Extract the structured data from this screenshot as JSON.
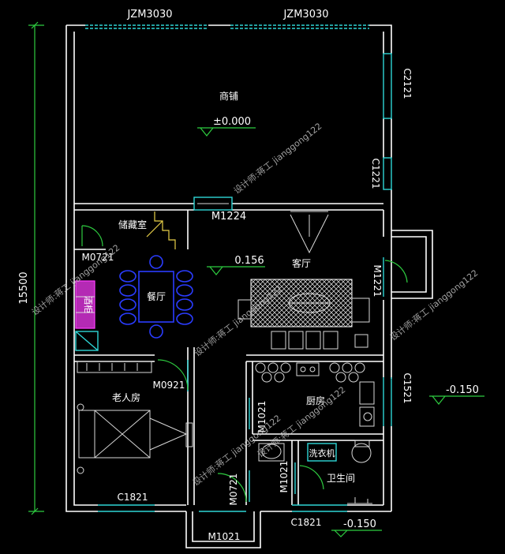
{
  "dimensions": {
    "overall_depth": "15500",
    "top_window_left": "JZM3030",
    "top_window_right": "JZM3030"
  },
  "rooms": {
    "shop": "商铺",
    "storage": "储藏室",
    "living": "客厅",
    "dining": "餐厅",
    "elder_bedroom": "老人房",
    "kitchen": "厨房",
    "bathroom": "卫生间",
    "washer": "洗衣机",
    "cabinet": "酒柜"
  },
  "levels": {
    "shop": "±0.000",
    "living": "0.156",
    "outside_right": "-0.150",
    "outside_bottom": "-0.150"
  },
  "openings": {
    "shop_right_window_top": "C2121",
    "shop_right_window_bottom": "C1221",
    "shop_door": "M1224",
    "dining_door": "M0721",
    "side_door": "M1221",
    "elder_door": "M0921",
    "elder_window": "C1821",
    "kitchen_door": "M1021",
    "kitchen_window": "C1521",
    "hall_door": "M0721",
    "bath_door": "M1021",
    "bath_window": "C1821",
    "entry_door": "M1021"
  },
  "watermarks": [
    "设计师:蒋工 jianggong122",
    "设计师:蒋工 jianggong122",
    "设计师:蒋工 jianggong122",
    "设计师:蒋工 jianggong122",
    "设计师:蒋工 jianggong122",
    "设计师:蒋工 jianggong122"
  ],
  "colors": {
    "background": "#000000",
    "wall": "#ffffff",
    "dimension": "#2ecc40",
    "window": "#2fd6d6",
    "furniture_dining": "#2a3cff",
    "furniture_cabinet": "#ff3cff",
    "stairs": "#e8d048"
  }
}
